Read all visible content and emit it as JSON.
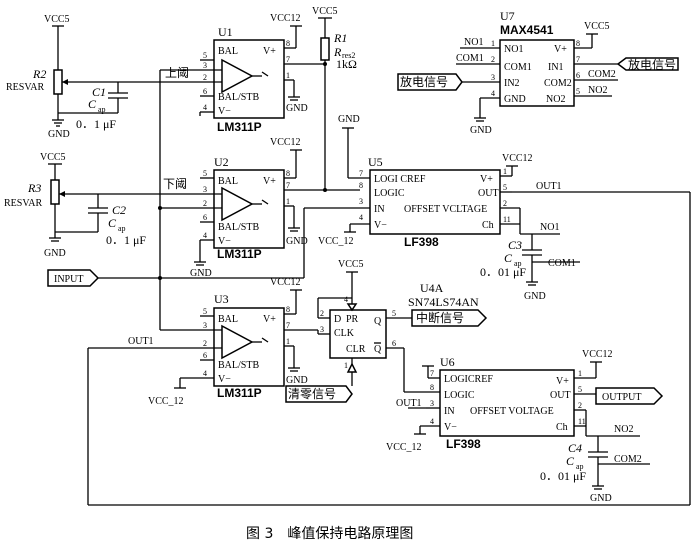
{
  "caption": "图 3　峰值保持电路原理图",
  "supply": {
    "vcc5": "VCC5",
    "vcc12": "VCC12",
    "vcc_neg": "VCC_12",
    "gnd": "GND"
  },
  "u1": {
    "ref": "U1",
    "part": "LM311P",
    "bal": "BAL",
    "balstb": "BAL/STB",
    "vplus": "V+",
    "vminus": "V−",
    "pins": [
      "8",
      "7",
      "1",
      "5",
      "3",
      "2",
      "6",
      "4"
    ]
  },
  "u2": {
    "ref": "U2",
    "part": "LM311P",
    "bal": "BAL",
    "balstb": "BAL/STB",
    "vplus": "V+",
    "vminus": "V−",
    "pins": [
      "8",
      "7",
      "1",
      "5",
      "3",
      "2",
      "6",
      "4"
    ]
  },
  "u3": {
    "ref": "U3",
    "part": "LM311P",
    "bal": "BAL",
    "balstb": "BAL/STB",
    "vplus": "V+",
    "vminus": "V−",
    "pins": [
      "8",
      "7",
      "1",
      "5",
      "3",
      "2",
      "6",
      "4"
    ]
  },
  "u5": {
    "ref": "U5",
    "part": "LF398",
    "logicref": "LOGI CREF",
    "logic": "LOGIC",
    "in": "IN",
    "offset": "OFFSET VCLTAGE",
    "vplus": "V+",
    "vminus": "V−",
    "out": "OUT",
    "ch": "Ch",
    "pins": [
      "7",
      "8",
      "3",
      "4",
      "1",
      "5",
      "2",
      "11"
    ]
  },
  "u6": {
    "ref": "U6",
    "part": "LF398",
    "logicref": "LOGICREF",
    "logic": "LOGIC",
    "in": "IN",
    "offset": "OFFSET VOLTAGE",
    "vplus": "V+",
    "vminus": "V−",
    "out": "OUT",
    "ch": "Ch",
    "pins": [
      "7",
      "8",
      "3",
      "4",
      "1",
      "5",
      "2",
      "11"
    ]
  },
  "u7": {
    "ref": "U7",
    "part": "MAX4541",
    "no1": "NO1",
    "com1": "COM1",
    "in2": "IN2",
    "gnd": "GND",
    "vplus": "V+",
    "in1": "IN1",
    "com2": "COM2",
    "no2": "NO2",
    "pins": [
      "1",
      "2",
      "3",
      "4",
      "8",
      "7",
      "6",
      "5"
    ],
    "net_no1": "NO1",
    "net_com1": "COM1",
    "net_com2": "COM2",
    "net_no2": "NO2"
  },
  "u4": {
    "ref": "U4A",
    "part": "SN74LS74AN",
    "d": "D",
    "pr": "PR",
    "clk": "CLK",
    "q": "Q",
    "clr": "CLR",
    "qbar": "Q",
    "pins": [
      "2",
      "4",
      "3",
      "5",
      "1",
      "6"
    ]
  },
  "r1": {
    "ref": "R1",
    "value_pre": "R",
    "value_sub": "res2",
    "value2": "1kΩ"
  },
  "r2": {
    "ref": "R2",
    "type": "RESVAR"
  },
  "r3": {
    "ref": "R3",
    "type": "RESVAR"
  },
  "c1": {
    "ref": "C1",
    "sym": "C",
    "sub": "ap",
    "value": "0．1 μF"
  },
  "c2": {
    "ref": "C2",
    "sym": "C",
    "sub": "ap",
    "value": "0．1 μF"
  },
  "c3": {
    "ref": "C3",
    "sym": "C",
    "sub": "ap",
    "value": "0．01 μF"
  },
  "c4": {
    "ref": "C4",
    "sym": "C",
    "sub": "ap",
    "value": "0．01 μF"
  },
  "labels": {
    "upper_threshold": "上阈",
    "lower_threshold": "下阈",
    "input": "INPUT",
    "output": "OUTPUT",
    "discharge1": "放电信号",
    "discharge2": "放电信号",
    "interrupt": "中断信号",
    "clear": "清零信号",
    "out1": "OUT1",
    "out1b": "OUT1",
    "out1c": "OUT1",
    "no1": "NO1",
    "com1": "COM1",
    "no2": "NO2",
    "com2": "COM2"
  }
}
